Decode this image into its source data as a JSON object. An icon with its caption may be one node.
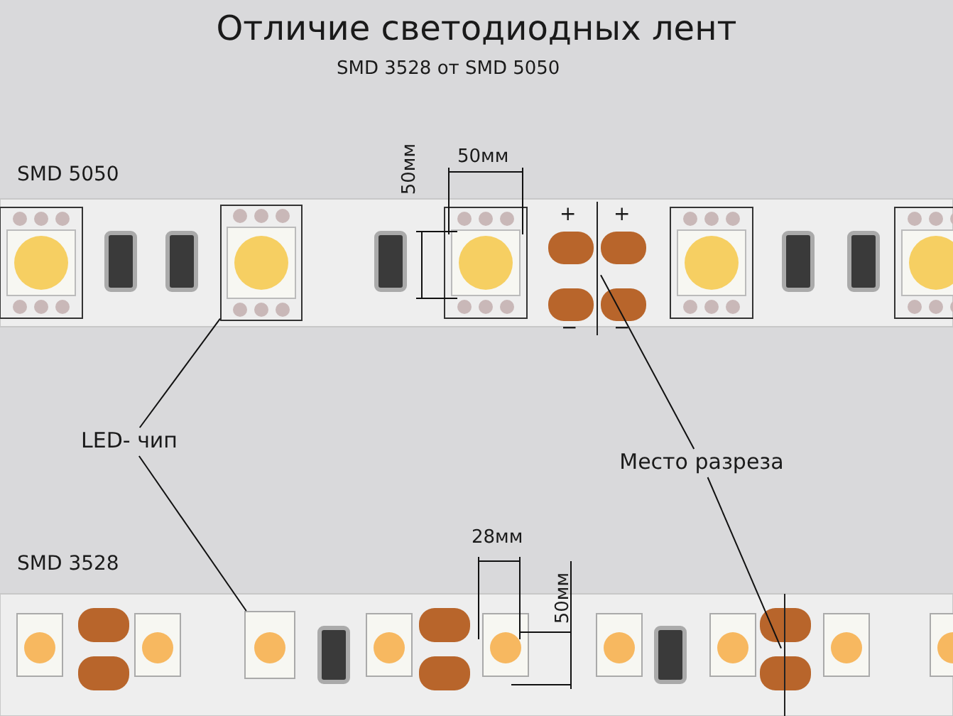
{
  "diagram": {
    "title": "Отличие светодиодных лент",
    "nodes": [
      {
        "text": [],
        "shape": "picture"
      },
      {
        "text": [],
        "shape": "bar"
      },
      {
        "text": [
          "LED- чип"
        ]
      },
      {
        "text": [
          "Место разреза"
        ]
      },
      {
        "text": [],
        "shape": "picture"
      },
      {
        "text": [],
        "shape": "bar"
      }
    ],
    "edges": [
      {
        "from": 2,
        "to": 0,
        "arrow": "none"
      },
      {
        "from": 2,
        "to": 4,
        "arrow": "none"
      },
      {
        "from": 3,
        "to": 1,
        "arrow": "none"
      },
      {
        "from": 3,
        "to": 5,
        "arrow": "none"
      }
    ],
    "labels": [
      "SMD 3528 от SMD 5050",
      "SMD 5050",
      "50мм",
      "50мм",
      "+",
      "+",
      "−",
      "−",
      "28мм",
      "50мм",
      "SMD 3528"
    ]
  }
}
